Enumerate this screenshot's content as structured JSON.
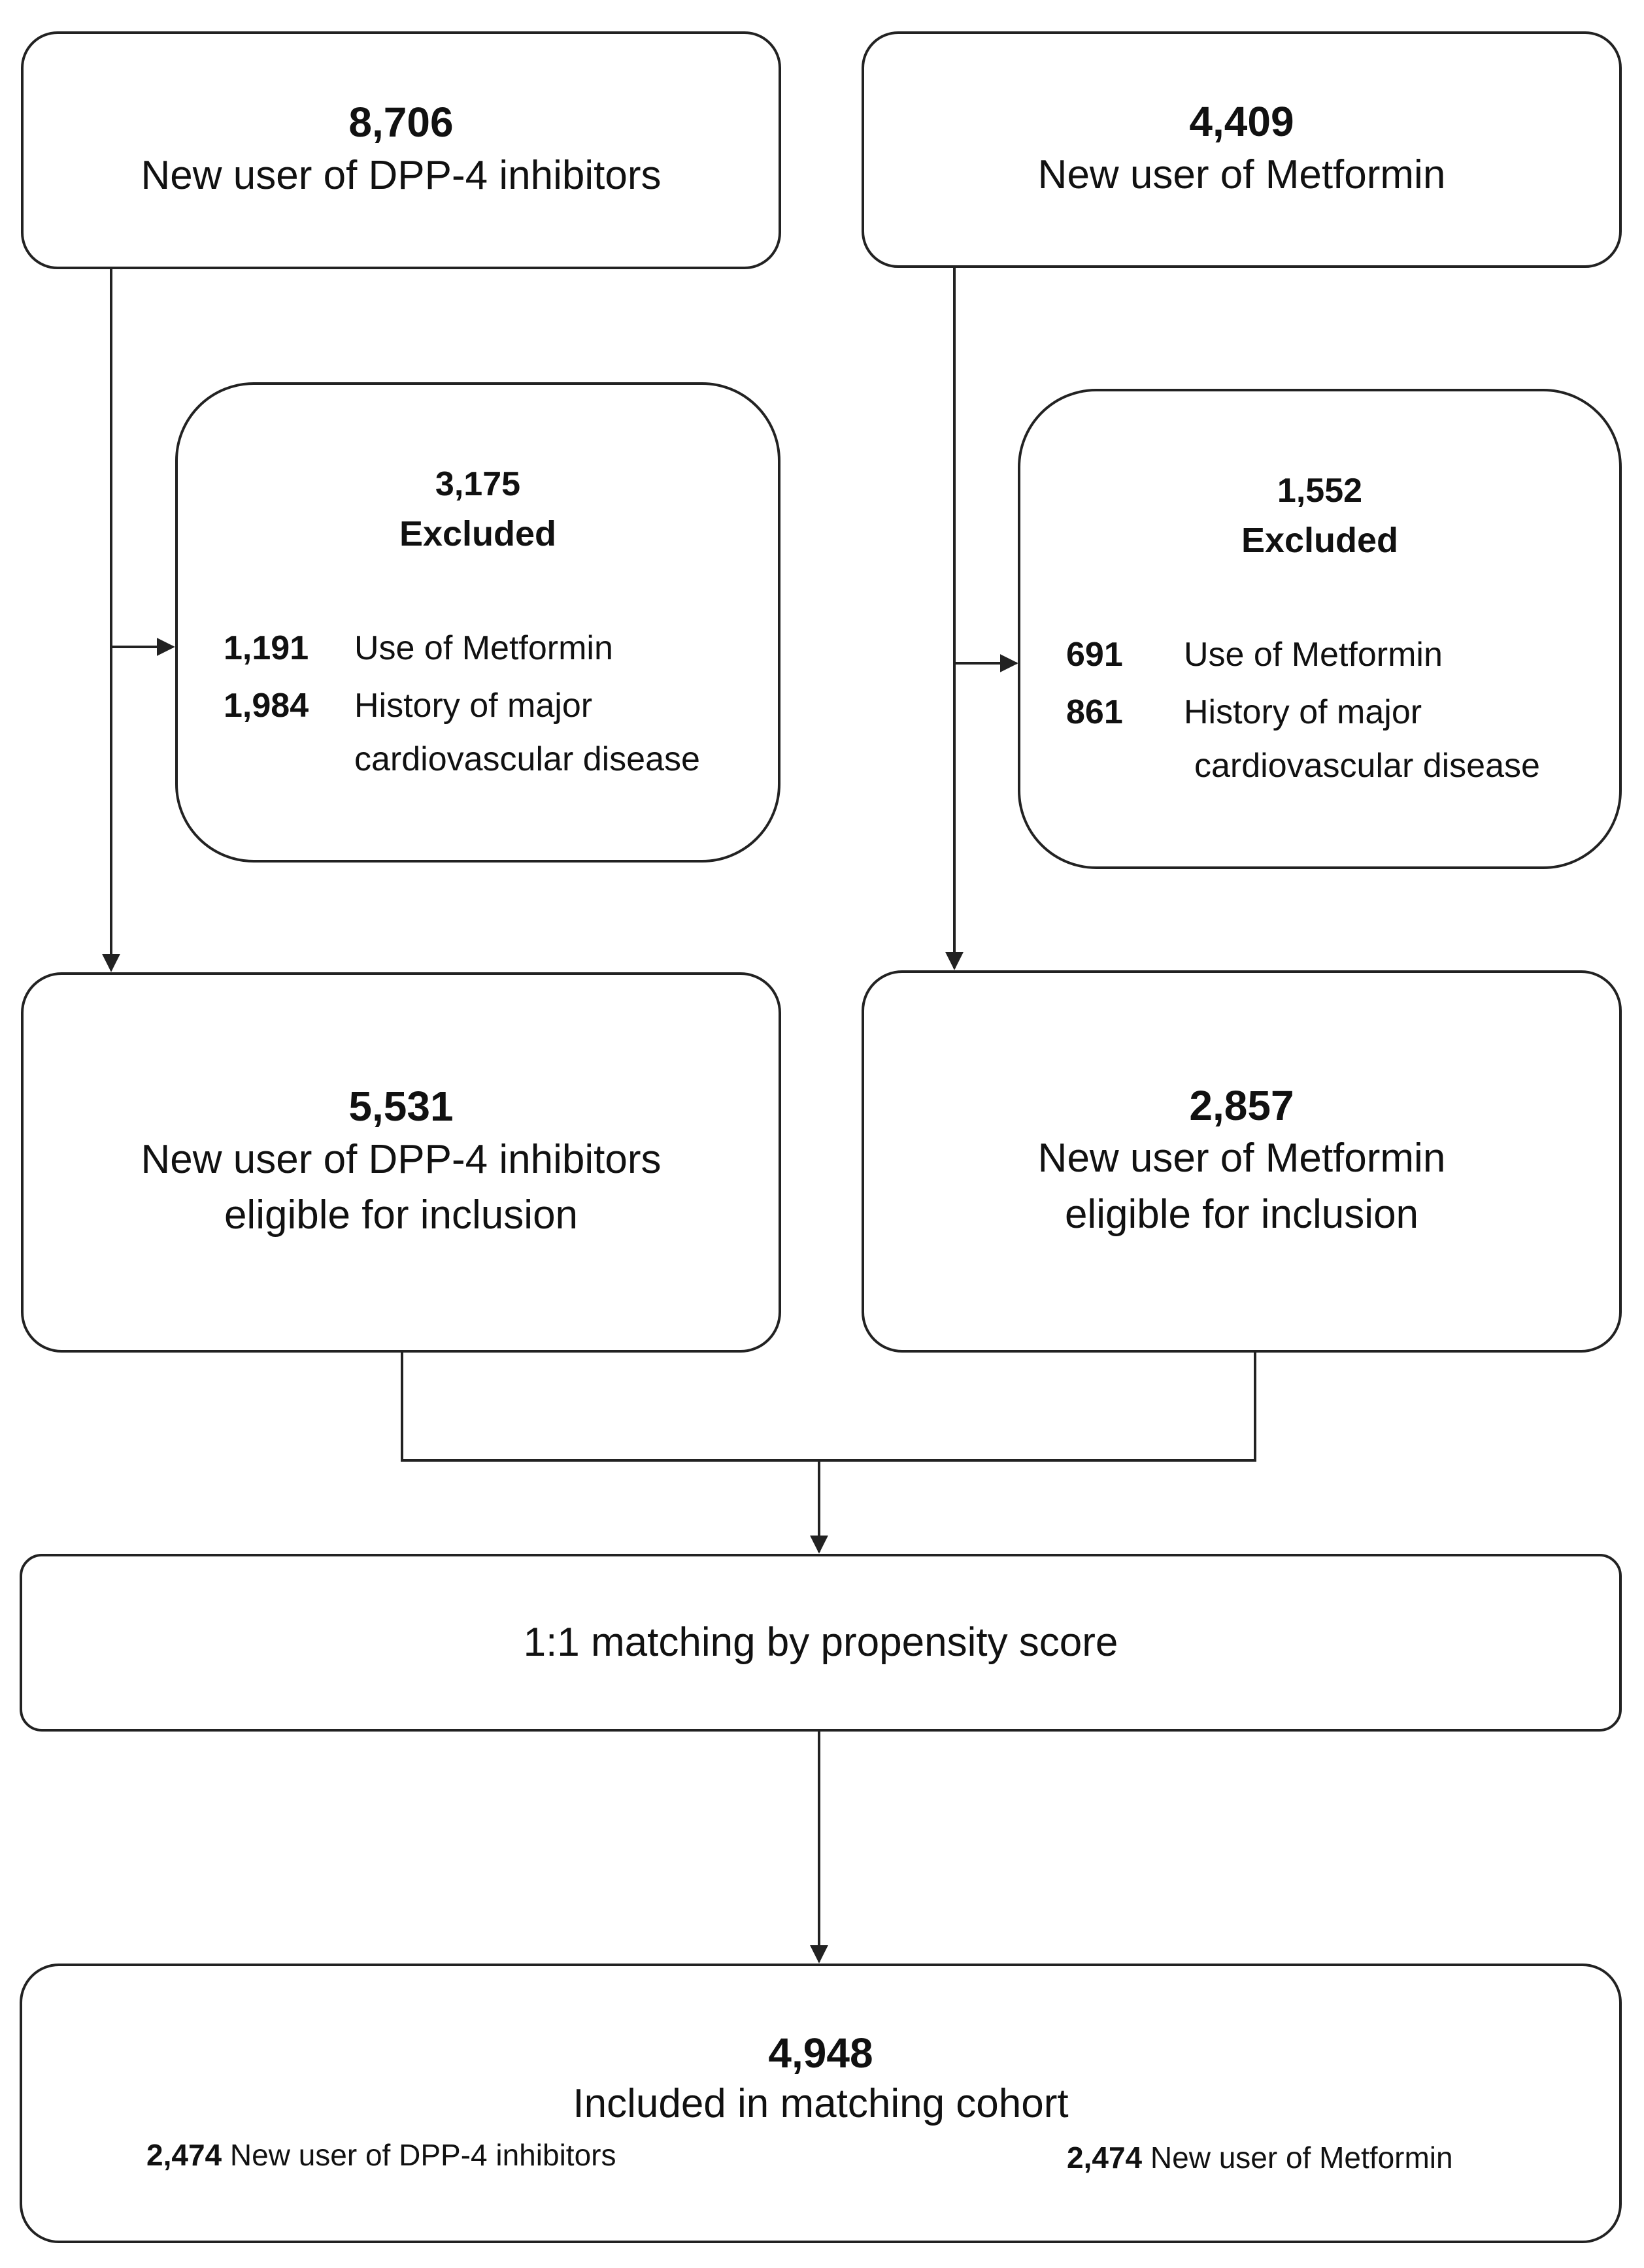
{
  "top_left": {
    "count": "8,706",
    "label": "New user of DPP-4 inhibitors"
  },
  "top_right": {
    "count": "4,409",
    "label": "New user of Metformin"
  },
  "excluded_left": {
    "count": "3,175",
    "title": "Excluded",
    "items": [
      {
        "count": "1,191",
        "reason_line1": "Use of Metformin",
        "reason_line2": ""
      },
      {
        "count": "1,984",
        "reason_line1": "History of major",
        "reason_line2": "cardiovascular disease"
      }
    ]
  },
  "excluded_right": {
    "count": "1,552",
    "title": "Excluded",
    "items": [
      {
        "count": "691",
        "reason_line1": "Use of Metformin",
        "reason_line2": ""
      },
      {
        "count": "861",
        "reason_line1": "History of major",
        "reason_line2": "cardiovascular disease"
      }
    ]
  },
  "eligible_left": {
    "count": "5,531",
    "line1": "New user of DPP-4 inhibitors",
    "line2": "eligible for inclusion"
  },
  "eligible_right": {
    "count": "2,857",
    "line1": "New user of Metformin",
    "line2": "eligible for inclusion"
  },
  "matching": {
    "label": "1:1 matching by propensity score"
  },
  "cohort": {
    "count": "4,948",
    "label": "Included in matching cohort",
    "left": {
      "count": "2,474",
      "label": "New user of DPP-4 inhibitors"
    },
    "right": {
      "count": "2,474",
      "label": "New user of Metformin"
    }
  }
}
